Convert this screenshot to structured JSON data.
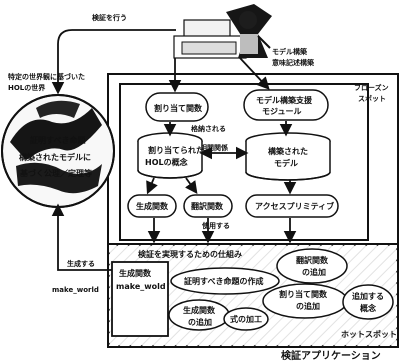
{
  "labels": {
    "verify": "検証を行う",
    "model_build_line1": "モデル構築",
    "model_build_line2": "意味記述構築",
    "hol_world_line1": "特定の世界観に基づいた",
    "hol_world_line2": "HOLの世界",
    "frozen_line1": "フローズン",
    "frozen_line2": "スポット",
    "assign_function": "割り当て関数",
    "model_support_line1": "モデル構築支援",
    "model_support_line2": "モジュール",
    "stored": "格納される",
    "hol_concept_line1": "割り当てられた",
    "hol_concept_line2": "HOLの概念",
    "correspondence": "相関関係",
    "built_model_line1": "構築された",
    "built_model_line2": "モデル",
    "generate_function": "生成関数",
    "translate_function": "翻訳関数",
    "access_primitive": "アクセスプリミティブ",
    "use": "使用する",
    "generate": "生成する",
    "mechanism": "検証を実現するための仕組み",
    "make_world_outside": "make_world",
    "make_world_box_line1": "生成関数",
    "make_world_box_line2": "make_wold",
    "proposition_build": "証明すべき命題の作成",
    "translate_add_line1": "翻訳関数",
    "translate_add_line2": "の追加",
    "assign_add_line1": "割り当て関数",
    "assign_add_line2": "の追加",
    "generate_add_line1": "生成関数",
    "generate_add_line2": "の追加",
    "formula_processing": "式の加工",
    "concept_add_line1": "追加する",
    "concept_add_line2": "概念",
    "hotspot": "ホットスポット",
    "globe_line1": "証明すべき命題",
    "globe_line2": "構築されたモデルに",
    "globe_line3": "基づく公理／定理等",
    "caption": "検証アプリケーション"
  }
}
